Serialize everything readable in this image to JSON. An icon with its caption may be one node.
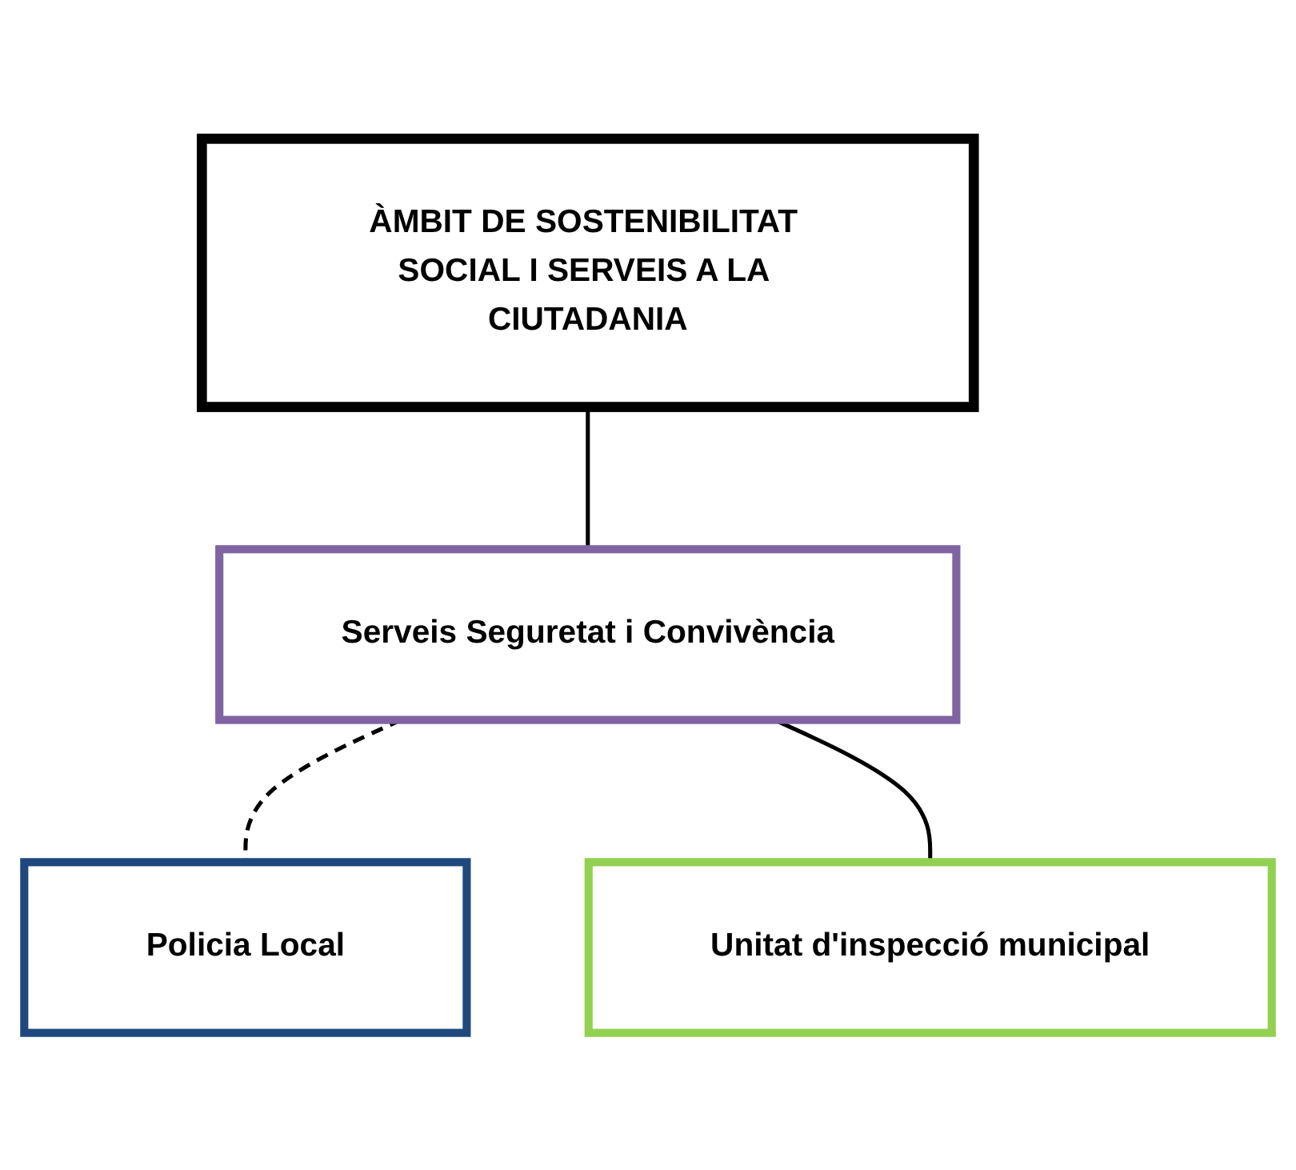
{
  "diagram": {
    "nodes": [
      {
        "text": [
          "ÀMBIT DE SOSTENIBILITAT SOCIAL I SERVEIS A LA CIUTADANIA"
        ]
      },
      {
        "text": [
          "Serveis Seguretat i Convivència"
        ]
      },
      {
        "text": [
          "Policia Local"
        ]
      },
      {
        "text": [
          "Unitat d'inspecció municipal"
        ]
      }
    ],
    "edges": [
      {
        "from": 0,
        "to": 1,
        "arrow": "none"
      },
      {
        "from": 1,
        "to": 2,
        "arrow": "none",
        "style": "dashed"
      },
      {
        "from": 1,
        "to": 3,
        "arrow": "none"
      }
    ]
  }
}
